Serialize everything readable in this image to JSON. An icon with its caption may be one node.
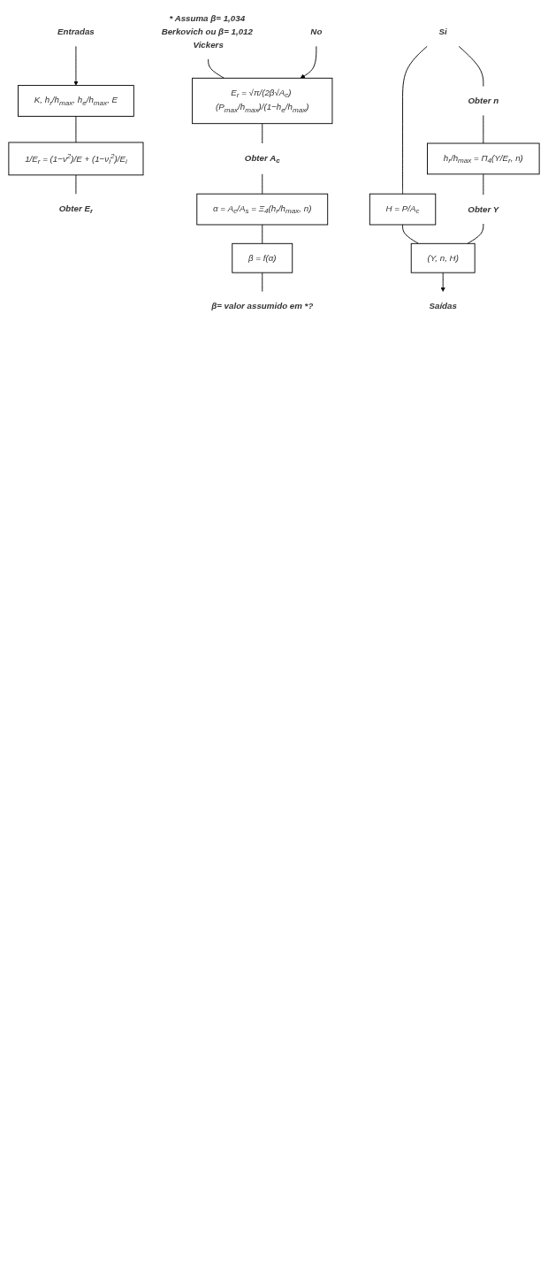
{
  "diagram": {
    "nodes": [
      {
        "text": [
          "Entradas"
        ]
      },
      {
        "text": [
          "K, h$_{r}$/h$_{max}$, h$_{e}$/h$_{max}$, E"
        ]
      },
      {
        "text": [
          "1/E$_{r}$ = (1−ν$^{2}$)/E + (1−ν$_{i}$$^{2}$)/E$_{i}$"
        ]
      },
      {
        "text": [
          "Obter E$_{r}$"
        ]
      },
      {
        "text": [
          "* Assuma β= 1,034 Berkovich ou β= 1,012 Vickers"
        ]
      },
      {
        "text": [
          "E$_{r}$ = √π/(2β√A$_{c}$) (P$_{max}$/h$_{max}$)/(1−h$_{e}$/h$_{max}$)"
        ]
      },
      {
        "text": [
          "Obter A$_{c}$"
        ]
      },
      {
        "text": [
          "α = A$_{c}$/A$_{s}$ = Ξ$_{4}$(h$_{r}$/h$_{max}$, n)"
        ]
      },
      {
        "text": [
          "β = f(α)"
        ]
      },
      {
        "text": [
          "β= valor assumido em *?"
        ]
      },
      {
        "text": [
          "Si"
        ]
      },
      {
        "text": [
          "No"
        ]
      },
      {
        "text": [
          "H = P/A$_{c}$"
        ]
      },
      {
        "text": [
          "Obter n"
        ]
      },
      {
        "text": [
          "h$_{r}$/h$_{max}$ = Π$_{4}$(Y/E$_{r}$, n)"
        ]
      },
      {
        "text": [
          "Obter Y"
        ]
      },
      {
        "text": [
          "(Y, n, H)"
        ]
      },
      {
        "text": [
          "Saídas"
        ]
      }
    ],
    "edges": [
      {
        "from": 0,
        "to": 1,
        "arrow": "to"
      },
      {
        "from": 1,
        "to": 2,
        "arrow": "none"
      },
      {
        "from": 2,
        "to": 3,
        "arrow": "none"
      },
      {
        "from": 4,
        "to": 5,
        "arrow": "none"
      },
      {
        "from": 11,
        "to": 5,
        "arrow": "to"
      },
      {
        "from": 5,
        "to": 6,
        "arrow": "none"
      },
      {
        "from": 6,
        "to": 7,
        "arrow": "none"
      },
      {
        "from": 7,
        "to": 8,
        "arrow": "none"
      },
      {
        "from": 8,
        "to": 9,
        "arrow": "none"
      },
      {
        "from": 10,
        "to": 12,
        "arrow": "none"
      },
      {
        "from": 10,
        "to": 13,
        "arrow": "none"
      },
      {
        "from": 13,
        "to": 14,
        "arrow": "none"
      },
      {
        "from": 14,
        "to": 15,
        "arrow": "none"
      },
      {
        "from": 12,
        "to": 16,
        "arrow": "none"
      },
      {
        "from": 15,
        "to": 16,
        "arrow": "none"
      },
      {
        "from": 16,
        "to": 17,
        "arrow": "to"
      }
    ]
  }
}
